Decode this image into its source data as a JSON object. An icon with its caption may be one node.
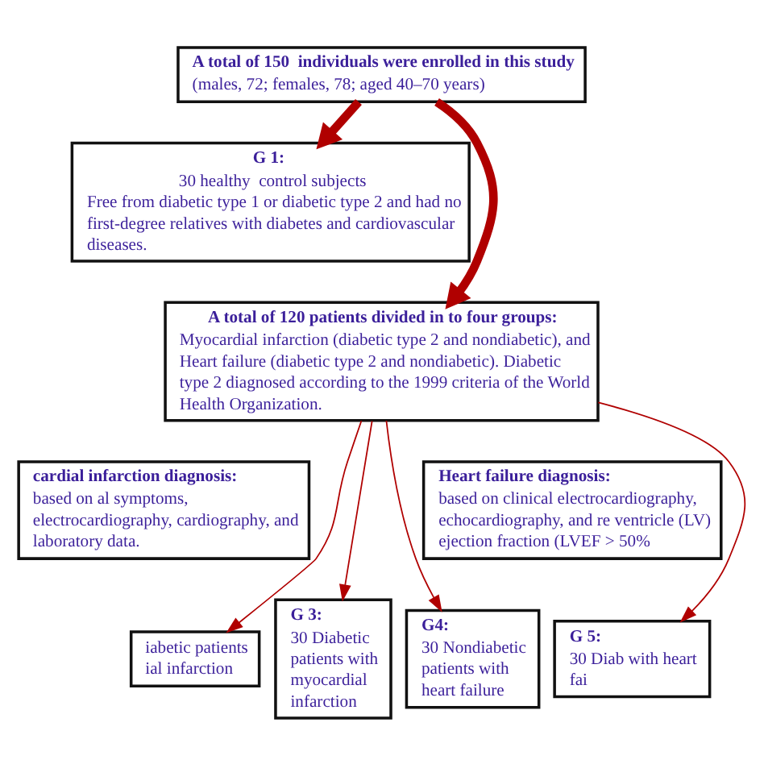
{
  "diagram": {
    "nodes": [
      {
        "text": [
          "A total of 150  individuals were enrolled in this study",
          "(males, 72; females, 78; aged 40–70 years)"
        ]
      },
      {
        "text": [
          "**G 1:**  30 healthy  control subjects",
          "Free from diabetic type 1 or diabetic type 2 and had no first-degree relatives with diabetes and cardiovascular diseases."
        ]
      },
      {
        "text": [
          "A total of 120 patients divided in to four groups:",
          "Myocardial infarction (diabetic type 2 and nondiabetic), and Heart failure (diabetic type 2 and nondiabetic). Diabetic type 2 diagnosed according to the 1999 criteria of the World Health Organization."
        ]
      },
      {
        "text": [
          "**cardial infarction diagnosis:** based on al symptoms, electrocardiography, cardiography, and laboratory data."
        ]
      },
      {
        "text": [
          "**Heart failure diagnosis:** based on clinical electrocardiography, echocardiography, and re ventricle (LV) ejection fraction (LVEF > 50%"
        ]
      },
      {
        "text": [
          "iabetic patients ial infarction"
        ]
      },
      {
        "text": [
          "**G 3:** 30 Diabetic patients with myocardial infarction"
        ]
      },
      {
        "text": [
          "**G4:** 30 Nondiabetic patients with heart failure"
        ]
      },
      {
        "text": [
          "**G 5:** 30 Diab with heart fai"
        ]
      }
    ],
    "edges": [
      {
        "from": 0,
        "to": 1,
        "arrow": "to",
        "style": "thick"
      },
      {
        "from": 0,
        "to": 2,
        "arrow": "to",
        "style": "thick"
      },
      {
        "from": 2,
        "to": 5,
        "arrow": "to"
      },
      {
        "from": 2,
        "to": 6,
        "arrow": "to"
      },
      {
        "from": 2,
        "to": 7,
        "arrow": "to"
      },
      {
        "from": 2,
        "to": 8,
        "arrow": "to"
      }
    ]
  }
}
